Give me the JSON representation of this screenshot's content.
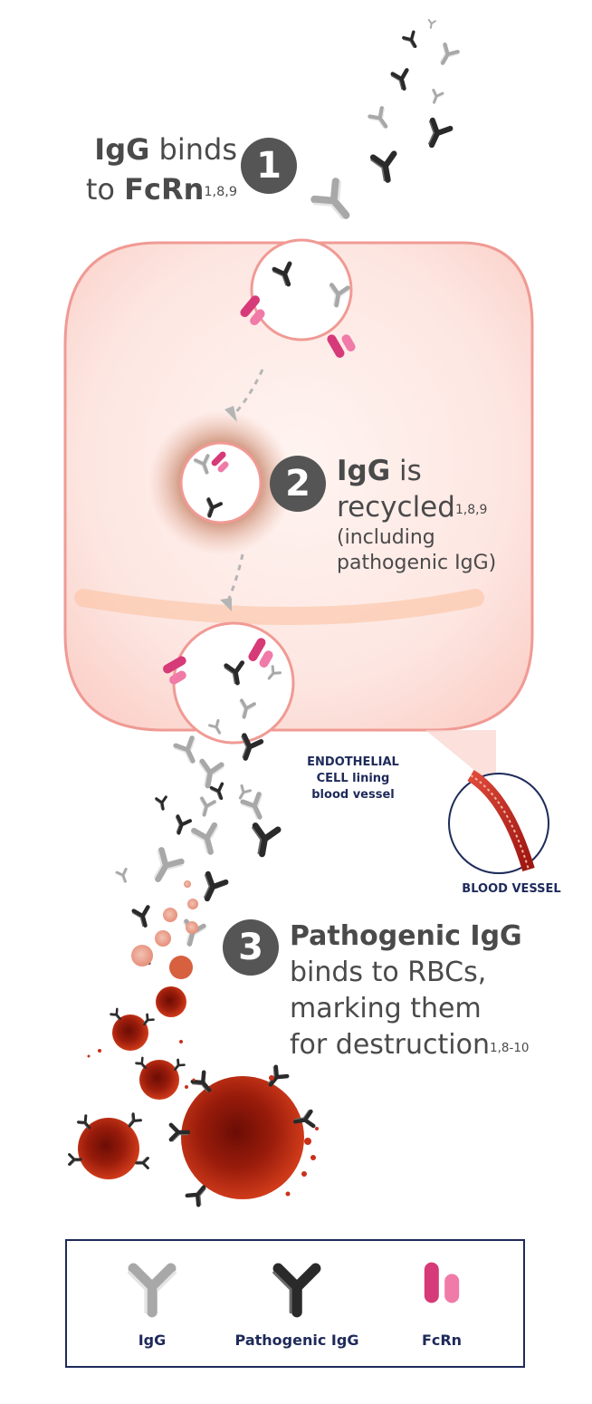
{
  "step1": {
    "number": "1",
    "line1_bold": "IgG",
    "line1_rest": " binds",
    "line2_rest": "to ",
    "line2_bold": "FcRn",
    "refs": "1,8,9"
  },
  "step2": {
    "number": "2",
    "line1_bold": "IgG",
    "line1_rest": " is",
    "line2": "recycled",
    "refs": "1,8,9",
    "line3": "(including",
    "line4": "pathogenic IgG)"
  },
  "step3": {
    "number": "3",
    "line1": "Pathogenic IgG",
    "line2": "binds to RBCs,",
    "line3": "marking them",
    "line4": "for destruction",
    "refs": "1,8-10"
  },
  "endothelial_label": {
    "line1": "ENDOTHELIAL",
    "line2": "CELL lining",
    "line3": "blood vessel"
  },
  "blood_vessel_label": "BLOOD VESSEL",
  "legend": {
    "igg": "IgG",
    "pathogenic": "Pathogenic IgG",
    "fcrn": "FcRn"
  },
  "colors": {
    "cell_fill": "#fde8e4",
    "cell_stroke": "#f09a94",
    "igg": "#bdbdbd",
    "pathogenic": "#333333",
    "fcrn": "#d63a78",
    "rbc": "#b3240e",
    "navy": "#1e2a5a",
    "text": "#4a4a4a"
  }
}
